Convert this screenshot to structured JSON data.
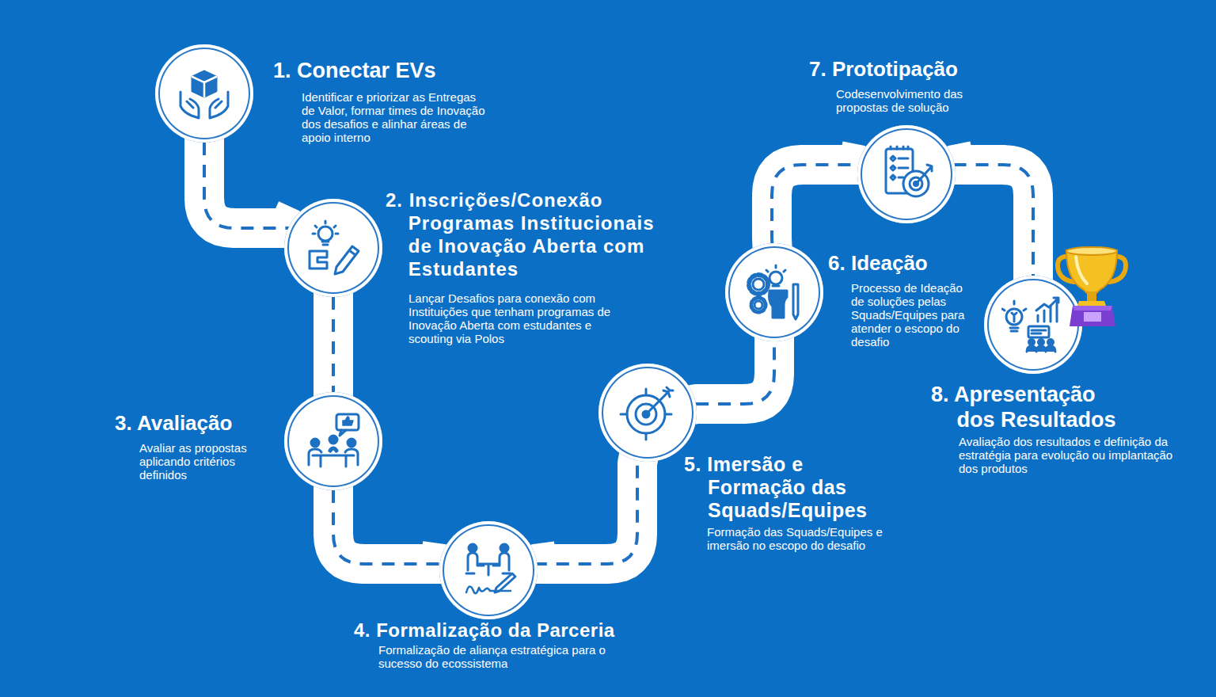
{
  "diagram": {
    "nodes": [
      {
        "text": [
          "1. Conectar EVs",
          "Identificar e priorizar as Entregas de Valor, formar times de Inovação dos desafios e alinhar áreas de apoio interno"
        ]
      },
      {
        "text": [
          "2. Inscrições/Conexão Programas Institucionais de Inovação Aberta com Estudantes",
          "Lançar Desafios para conexão com Instituições que tenham programas de Inovação Aberta com estudantes e scouting via Polos"
        ]
      },
      {
        "text": [
          "3. Avaliação",
          "Avaliar as propostas aplicando critérios definidos"
        ]
      },
      {
        "text": [
          "4. Formalização da Parceria",
          "Formalização de aliança estratégica para o sucesso do ecossistema"
        ]
      },
      {
        "text": [
          "5. Imersão e Formação das Squads/Equipes",
          "Formação das Squads/Equipes e imersão no escopo do desafio"
        ]
      },
      {
        "text": [
          "6. Ideação",
          "Processo de Ideação de soluções pelas Squads/Equipes para atender o escopo do desafio"
        ]
      },
      {
        "text": [
          "7. Prototipação",
          "Codesenvolvimento das propostas de solução"
        ]
      },
      {
        "text": [
          "8. Apresentação dos Resultados",
          "Avaliação dos resultados e definição da estratégia para evolução ou implantação dos produtos"
        ]
      }
    ],
    "edges": [
      {
        "from": 0,
        "to": 1,
        "arrow": "none"
      },
      {
        "from": 1,
        "to": 2,
        "arrow": "none"
      },
      {
        "from": 2,
        "to": 3,
        "arrow": "none"
      },
      {
        "from": 3,
        "to": 4,
        "arrow": "none"
      },
      {
        "from": 4,
        "to": 5,
        "arrow": "none"
      },
      {
        "from": 5,
        "to": 6,
        "arrow": "none"
      },
      {
        "from": 6,
        "to": 7,
        "arrow": "none"
      }
    ]
  }
}
